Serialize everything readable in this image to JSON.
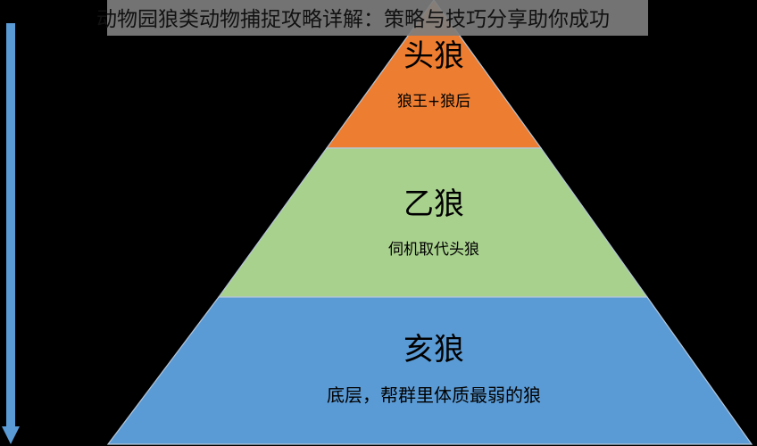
{
  "caption": "动物园狼类动物捕捉攻略详解：策略与技巧分享助你成功",
  "colors": {
    "background": "#000000",
    "top_tier": "#ed7d31",
    "middle_tier": "#a9d18e",
    "bottom_tier": "#5b9bd5",
    "arrow": "#5b9bd5"
  },
  "tiers": [
    {
      "title": "头狼",
      "description": "狼王+狼后"
    },
    {
      "title": "乙狼",
      "description": "伺机取代头狼"
    },
    {
      "title": "亥狼",
      "description": "底层，帮群里体质最弱的狼"
    }
  ]
}
